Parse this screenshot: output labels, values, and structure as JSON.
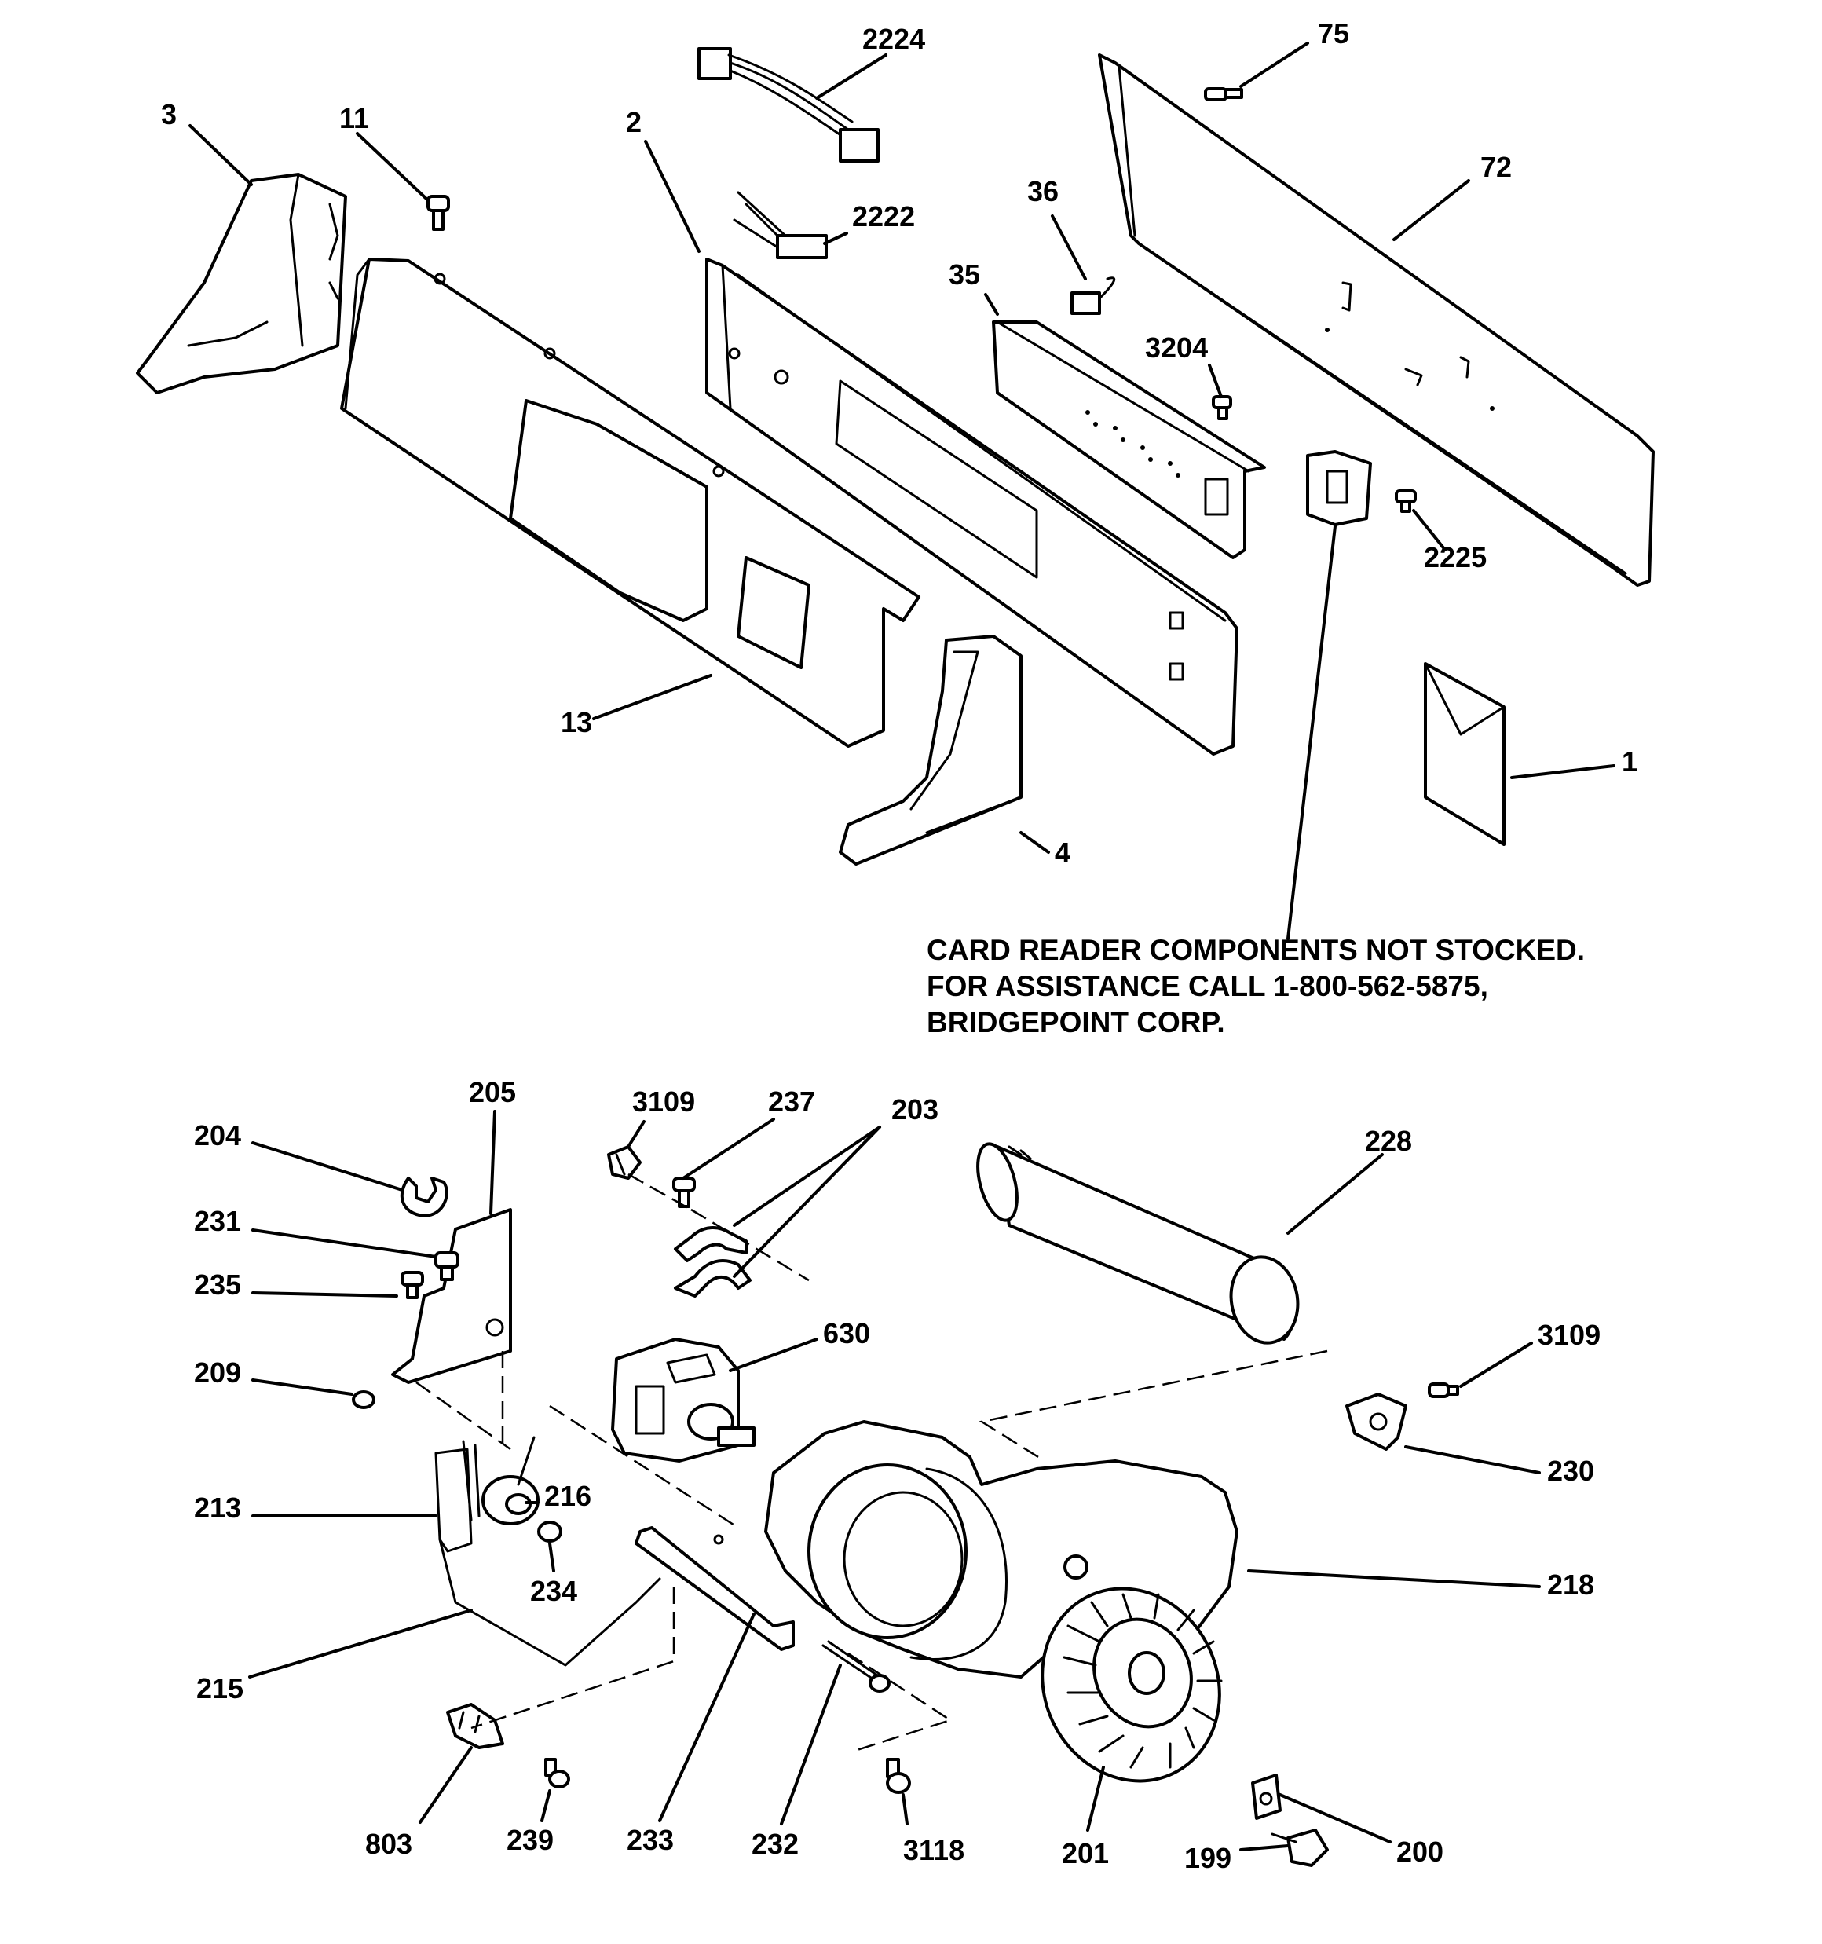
{
  "note": {
    "line1": "CARD READER COMPONENTS NOT STOCKED.",
    "line2": "FOR ASSISTANCE CALL 1-800-562-5875,",
    "line3": "BRIDGEPOINT CORP."
  },
  "callouts": {
    "c2224": "2224",
    "c75": "75",
    "c3": "3",
    "c11": "11",
    "c2": "2",
    "c72": "72",
    "c2222": "2222",
    "c36": "36",
    "c35": "35",
    "c3204": "3204",
    "c2225": "2225",
    "c13": "13",
    "c1": "1",
    "c4": "4",
    "c205": "205",
    "c3109a": "3109",
    "c237": "237",
    "c203": "203",
    "c228": "228",
    "c204": "204",
    "c231": "231",
    "c235": "235",
    "c630": "630",
    "c3109b": "3109",
    "c209": "209",
    "c230": "230",
    "c213": "213",
    "c216": "216",
    "c234": "234",
    "c218": "218",
    "c215": "215",
    "c803": "803",
    "c239": "239",
    "c233": "233",
    "c232": "232",
    "c3118": "3118",
    "c201": "201",
    "c200": "200",
    "c199": "199"
  },
  "colors": {
    "ink": "#000000",
    "paper": "#ffffff"
  }
}
